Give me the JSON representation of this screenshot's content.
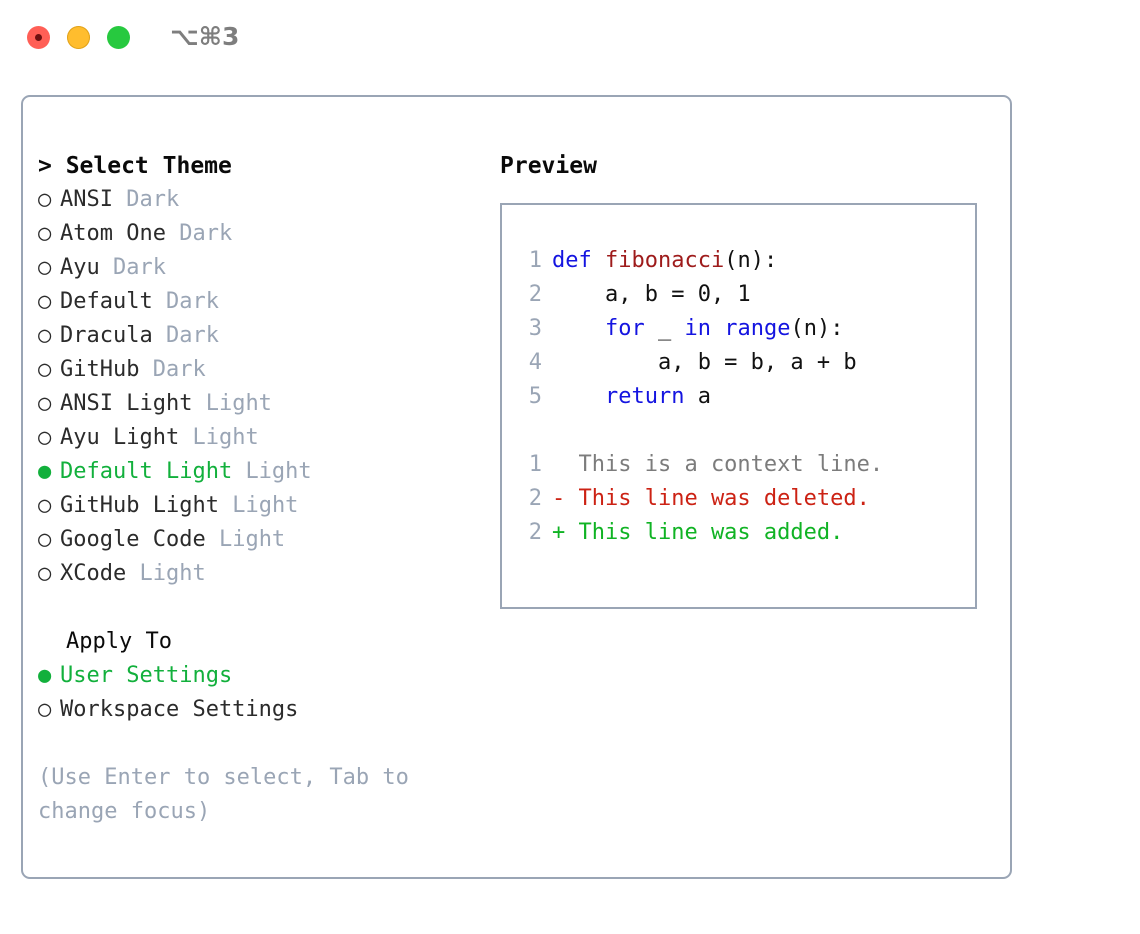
{
  "titlebar": {
    "shortcut": "⌥⌘3",
    "buttons": [
      "close",
      "minimize",
      "maximize"
    ]
  },
  "theme_picker": {
    "header": "> Select Theme",
    "items": [
      {
        "marker": "○",
        "name": "ANSI",
        "mode": "Dark",
        "selected": false
      },
      {
        "marker": "○",
        "name": "Atom One",
        "mode": "Dark",
        "selected": false
      },
      {
        "marker": "○",
        "name": "Ayu",
        "mode": "Dark",
        "selected": false
      },
      {
        "marker": "○",
        "name": "Default",
        "mode": "Dark",
        "selected": false
      },
      {
        "marker": "○",
        "name": "Dracula",
        "mode": "Dark",
        "selected": false
      },
      {
        "marker": "○",
        "name": "GitHub",
        "mode": "Dark",
        "selected": false
      },
      {
        "marker": "○",
        "name": "ANSI Light",
        "mode": "Light",
        "selected": false
      },
      {
        "marker": "○",
        "name": "Ayu Light",
        "mode": "Light",
        "selected": false
      },
      {
        "marker": "●",
        "name": "Default Light",
        "mode": "Light",
        "selected": true
      },
      {
        "marker": "○",
        "name": "GitHub Light",
        "mode": "Light",
        "selected": false
      },
      {
        "marker": "○",
        "name": "Google Code",
        "mode": "Light",
        "selected": false
      },
      {
        "marker": "○",
        "name": "XCode",
        "mode": "Light",
        "selected": false
      }
    ]
  },
  "apply_to": {
    "header": "Apply To",
    "items": [
      {
        "marker": "●",
        "label": "User Settings",
        "selected": true
      },
      {
        "marker": "○",
        "label": "Workspace Settings",
        "selected": false
      }
    ]
  },
  "hint": "(Use Enter to select, Tab to change focus)",
  "preview": {
    "header": "Preview",
    "code_lines": [
      {
        "num": "1",
        "tokens": [
          {
            "t": "def ",
            "c": "kw"
          },
          {
            "t": "fibonacci",
            "c": "fn"
          },
          {
            "t": "(n):",
            "c": "plain"
          }
        ]
      },
      {
        "num": "2",
        "tokens": [
          {
            "t": "    a, b = 0, 1",
            "c": "plain"
          }
        ]
      },
      {
        "num": "3",
        "tokens": [
          {
            "t": "    ",
            "c": "plain"
          },
          {
            "t": "for",
            "c": "kw"
          },
          {
            "t": " _ ",
            "c": "plain"
          },
          {
            "t": "in",
            "c": "kw"
          },
          {
            "t": " ",
            "c": "plain"
          },
          {
            "t": "range",
            "c": "kw"
          },
          {
            "t": "(n):",
            "c": "plain"
          }
        ]
      },
      {
        "num": "4",
        "tokens": [
          {
            "t": "        a, b = b, a + b",
            "c": "plain"
          }
        ]
      },
      {
        "num": "5",
        "tokens": [
          {
            "t": "    ",
            "c": "plain"
          },
          {
            "t": "return",
            "c": "kw"
          },
          {
            "t": " a",
            "c": "plain"
          }
        ]
      }
    ],
    "diff_lines": [
      {
        "num": "1",
        "text": "  This is a context line.",
        "c": "ctx"
      },
      {
        "num": "2",
        "text": "- This line was deleted.",
        "c": "del"
      },
      {
        "num": "2",
        "text": "+ This line was added.",
        "c": "add"
      }
    ]
  },
  "colors": {
    "selected_green": "#12b03c",
    "muted_gray": "#9aa5b5",
    "keyword_blue": "#1414e0",
    "function_red": "#9e1b1b",
    "diff_delete_red": "#cc2214",
    "diff_add_green": "#10b324",
    "border": "#9aa5b5"
  }
}
